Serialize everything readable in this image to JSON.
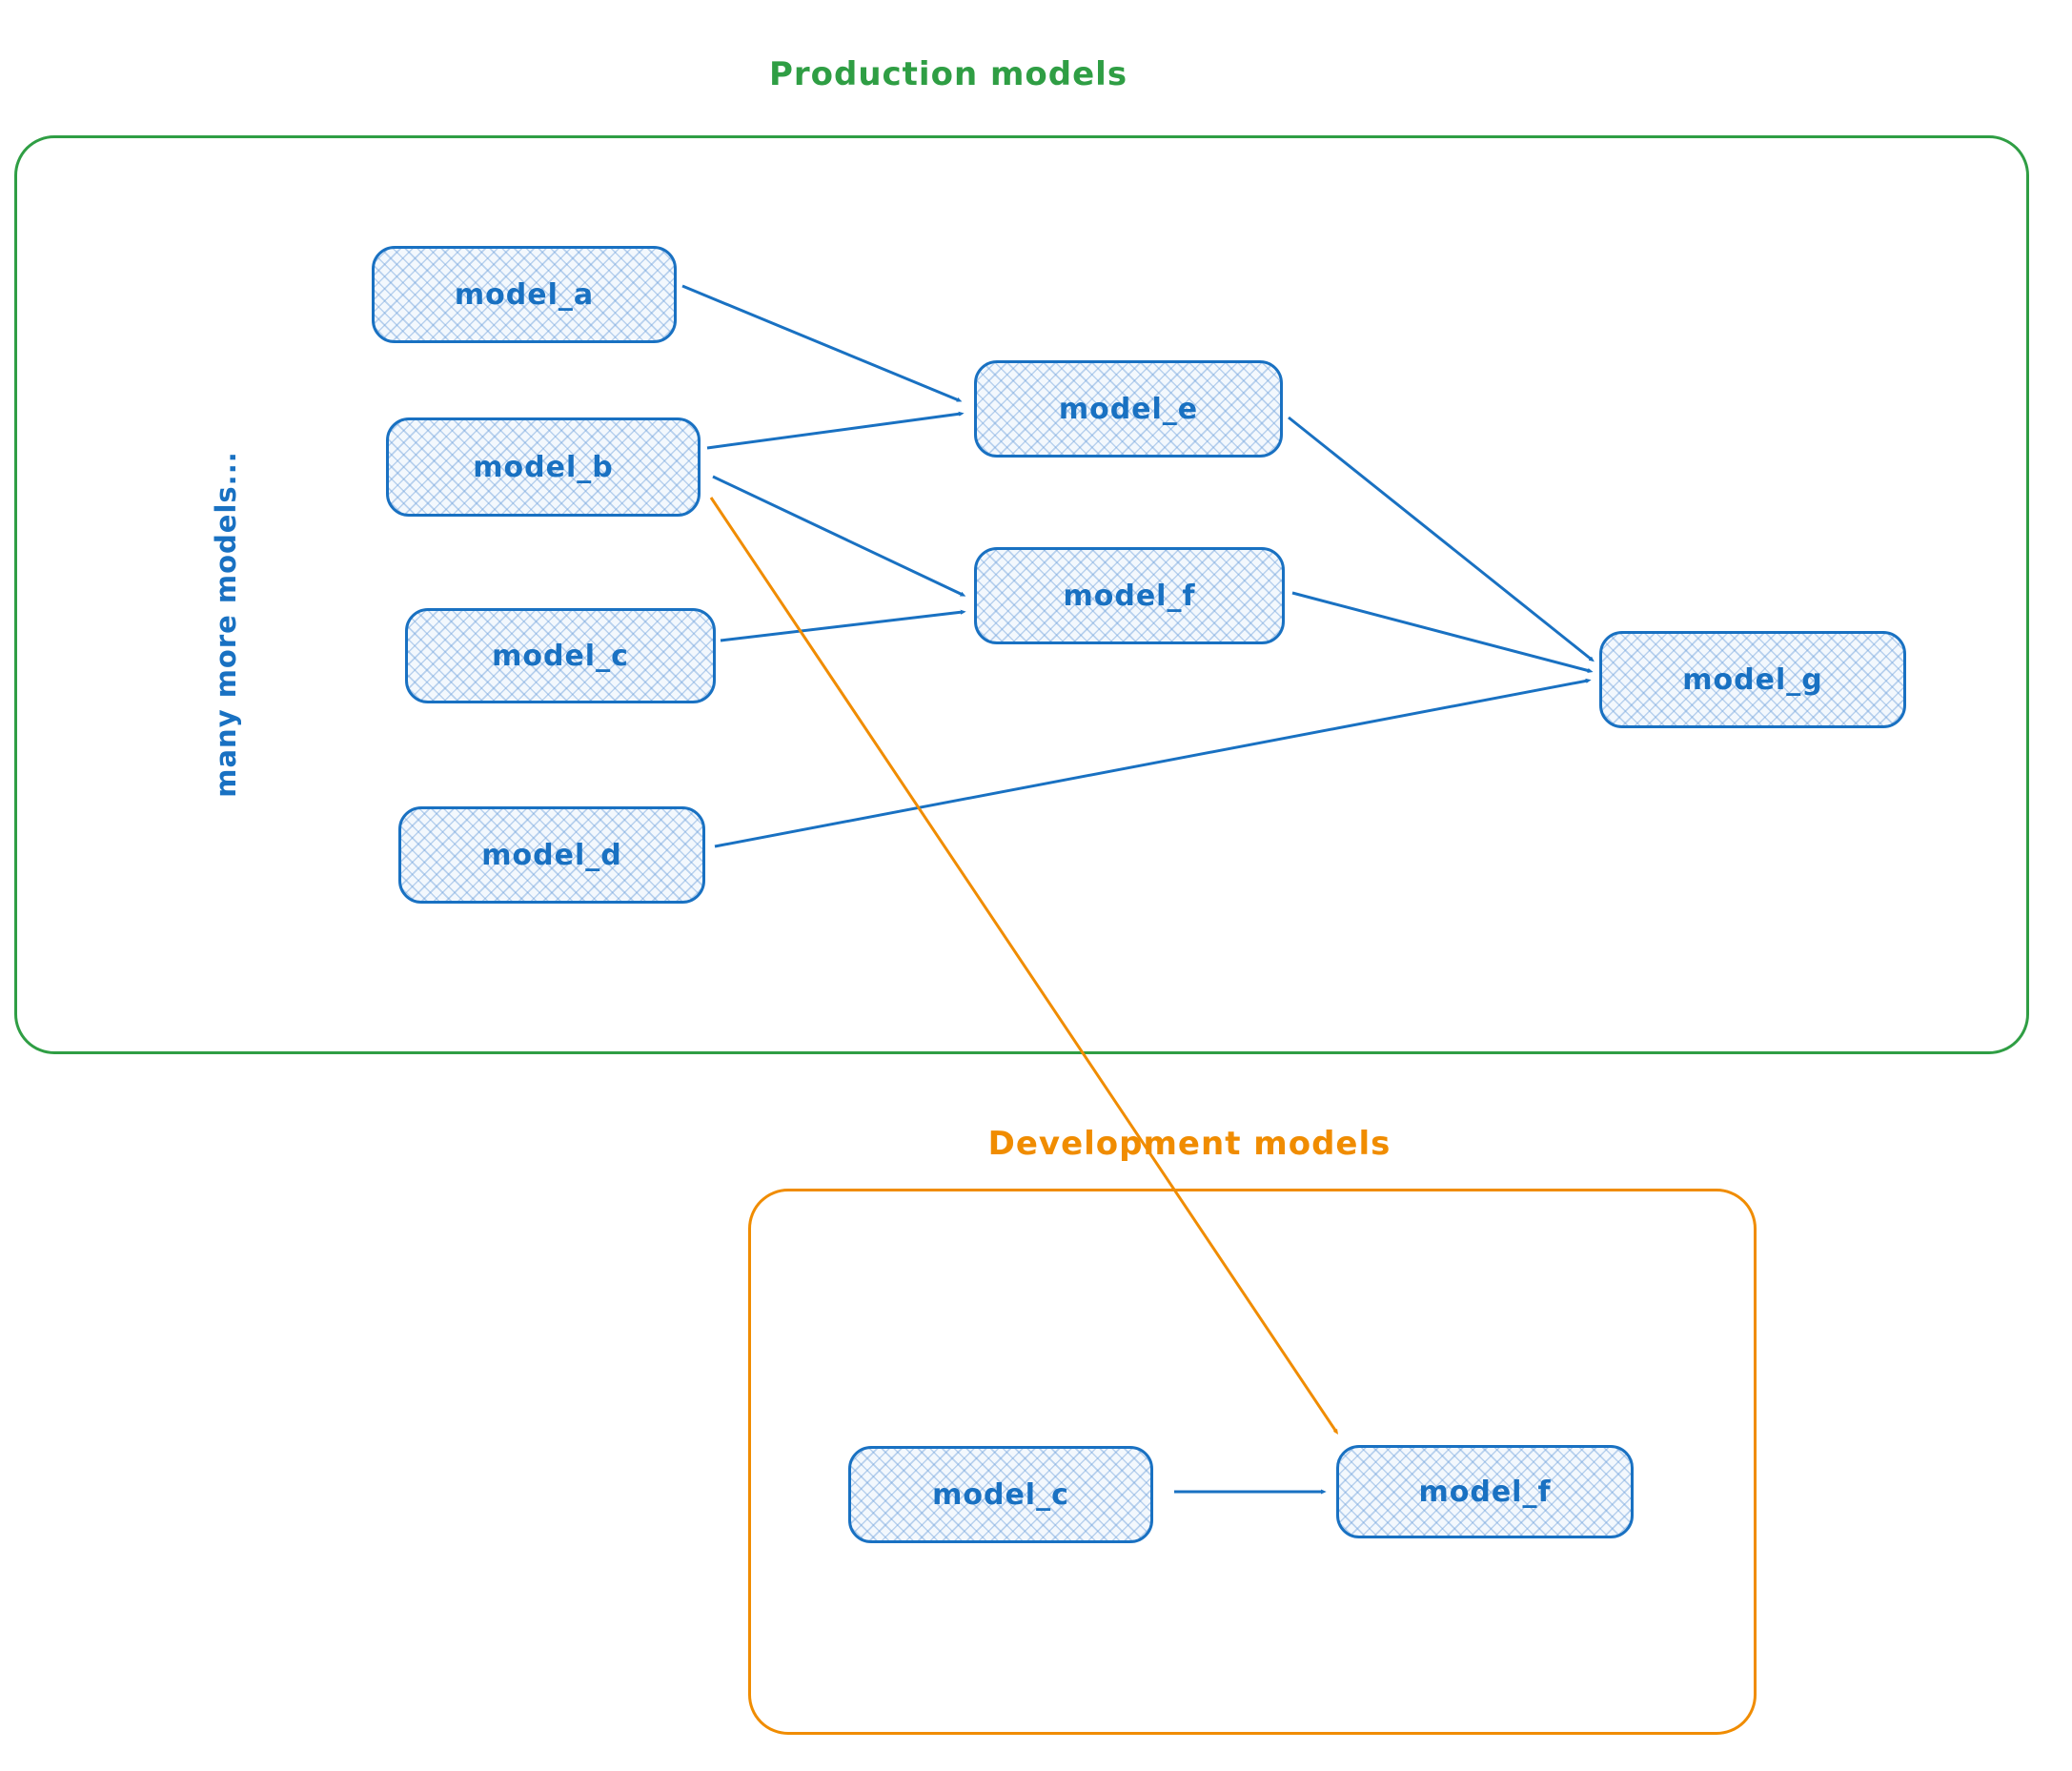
{
  "colors": {
    "blue": "#1971c2",
    "green": "#2f9e44",
    "orange": "#f08c00",
    "node_fill_light_blue": "#d9e9fa"
  },
  "production": {
    "title": "Production models",
    "side_note": "many more models...",
    "nodes": [
      {
        "id": "model_a",
        "label": "model_a"
      },
      {
        "id": "model_b",
        "label": "model_b"
      },
      {
        "id": "model_c",
        "label": "model_c"
      },
      {
        "id": "model_d",
        "label": "model_d"
      },
      {
        "id": "model_e",
        "label": "model_e"
      },
      {
        "id": "model_f",
        "label": "model_f"
      },
      {
        "id": "model_g",
        "label": "model_g"
      }
    ]
  },
  "development": {
    "title": "Development models",
    "nodes": [
      {
        "id": "model_c",
        "label": "model_c"
      },
      {
        "id": "model_f",
        "label": "model_f"
      }
    ]
  },
  "edges": [
    {
      "from": "production.model_a",
      "to": "production.model_e",
      "color": "blue"
    },
    {
      "from": "production.model_b",
      "to": "production.model_e",
      "color": "blue"
    },
    {
      "from": "production.model_b",
      "to": "production.model_f",
      "color": "blue"
    },
    {
      "from": "production.model_c",
      "to": "production.model_f",
      "color": "blue"
    },
    {
      "from": "production.model_d",
      "to": "production.model_g",
      "color": "blue"
    },
    {
      "from": "production.model_e",
      "to": "production.model_g",
      "color": "blue"
    },
    {
      "from": "production.model_f",
      "to": "production.model_g",
      "color": "blue"
    },
    {
      "from": "production.model_b",
      "to": "development.model_f",
      "color": "orange"
    },
    {
      "from": "development.model_c",
      "to": "development.model_f",
      "color": "blue"
    }
  ]
}
